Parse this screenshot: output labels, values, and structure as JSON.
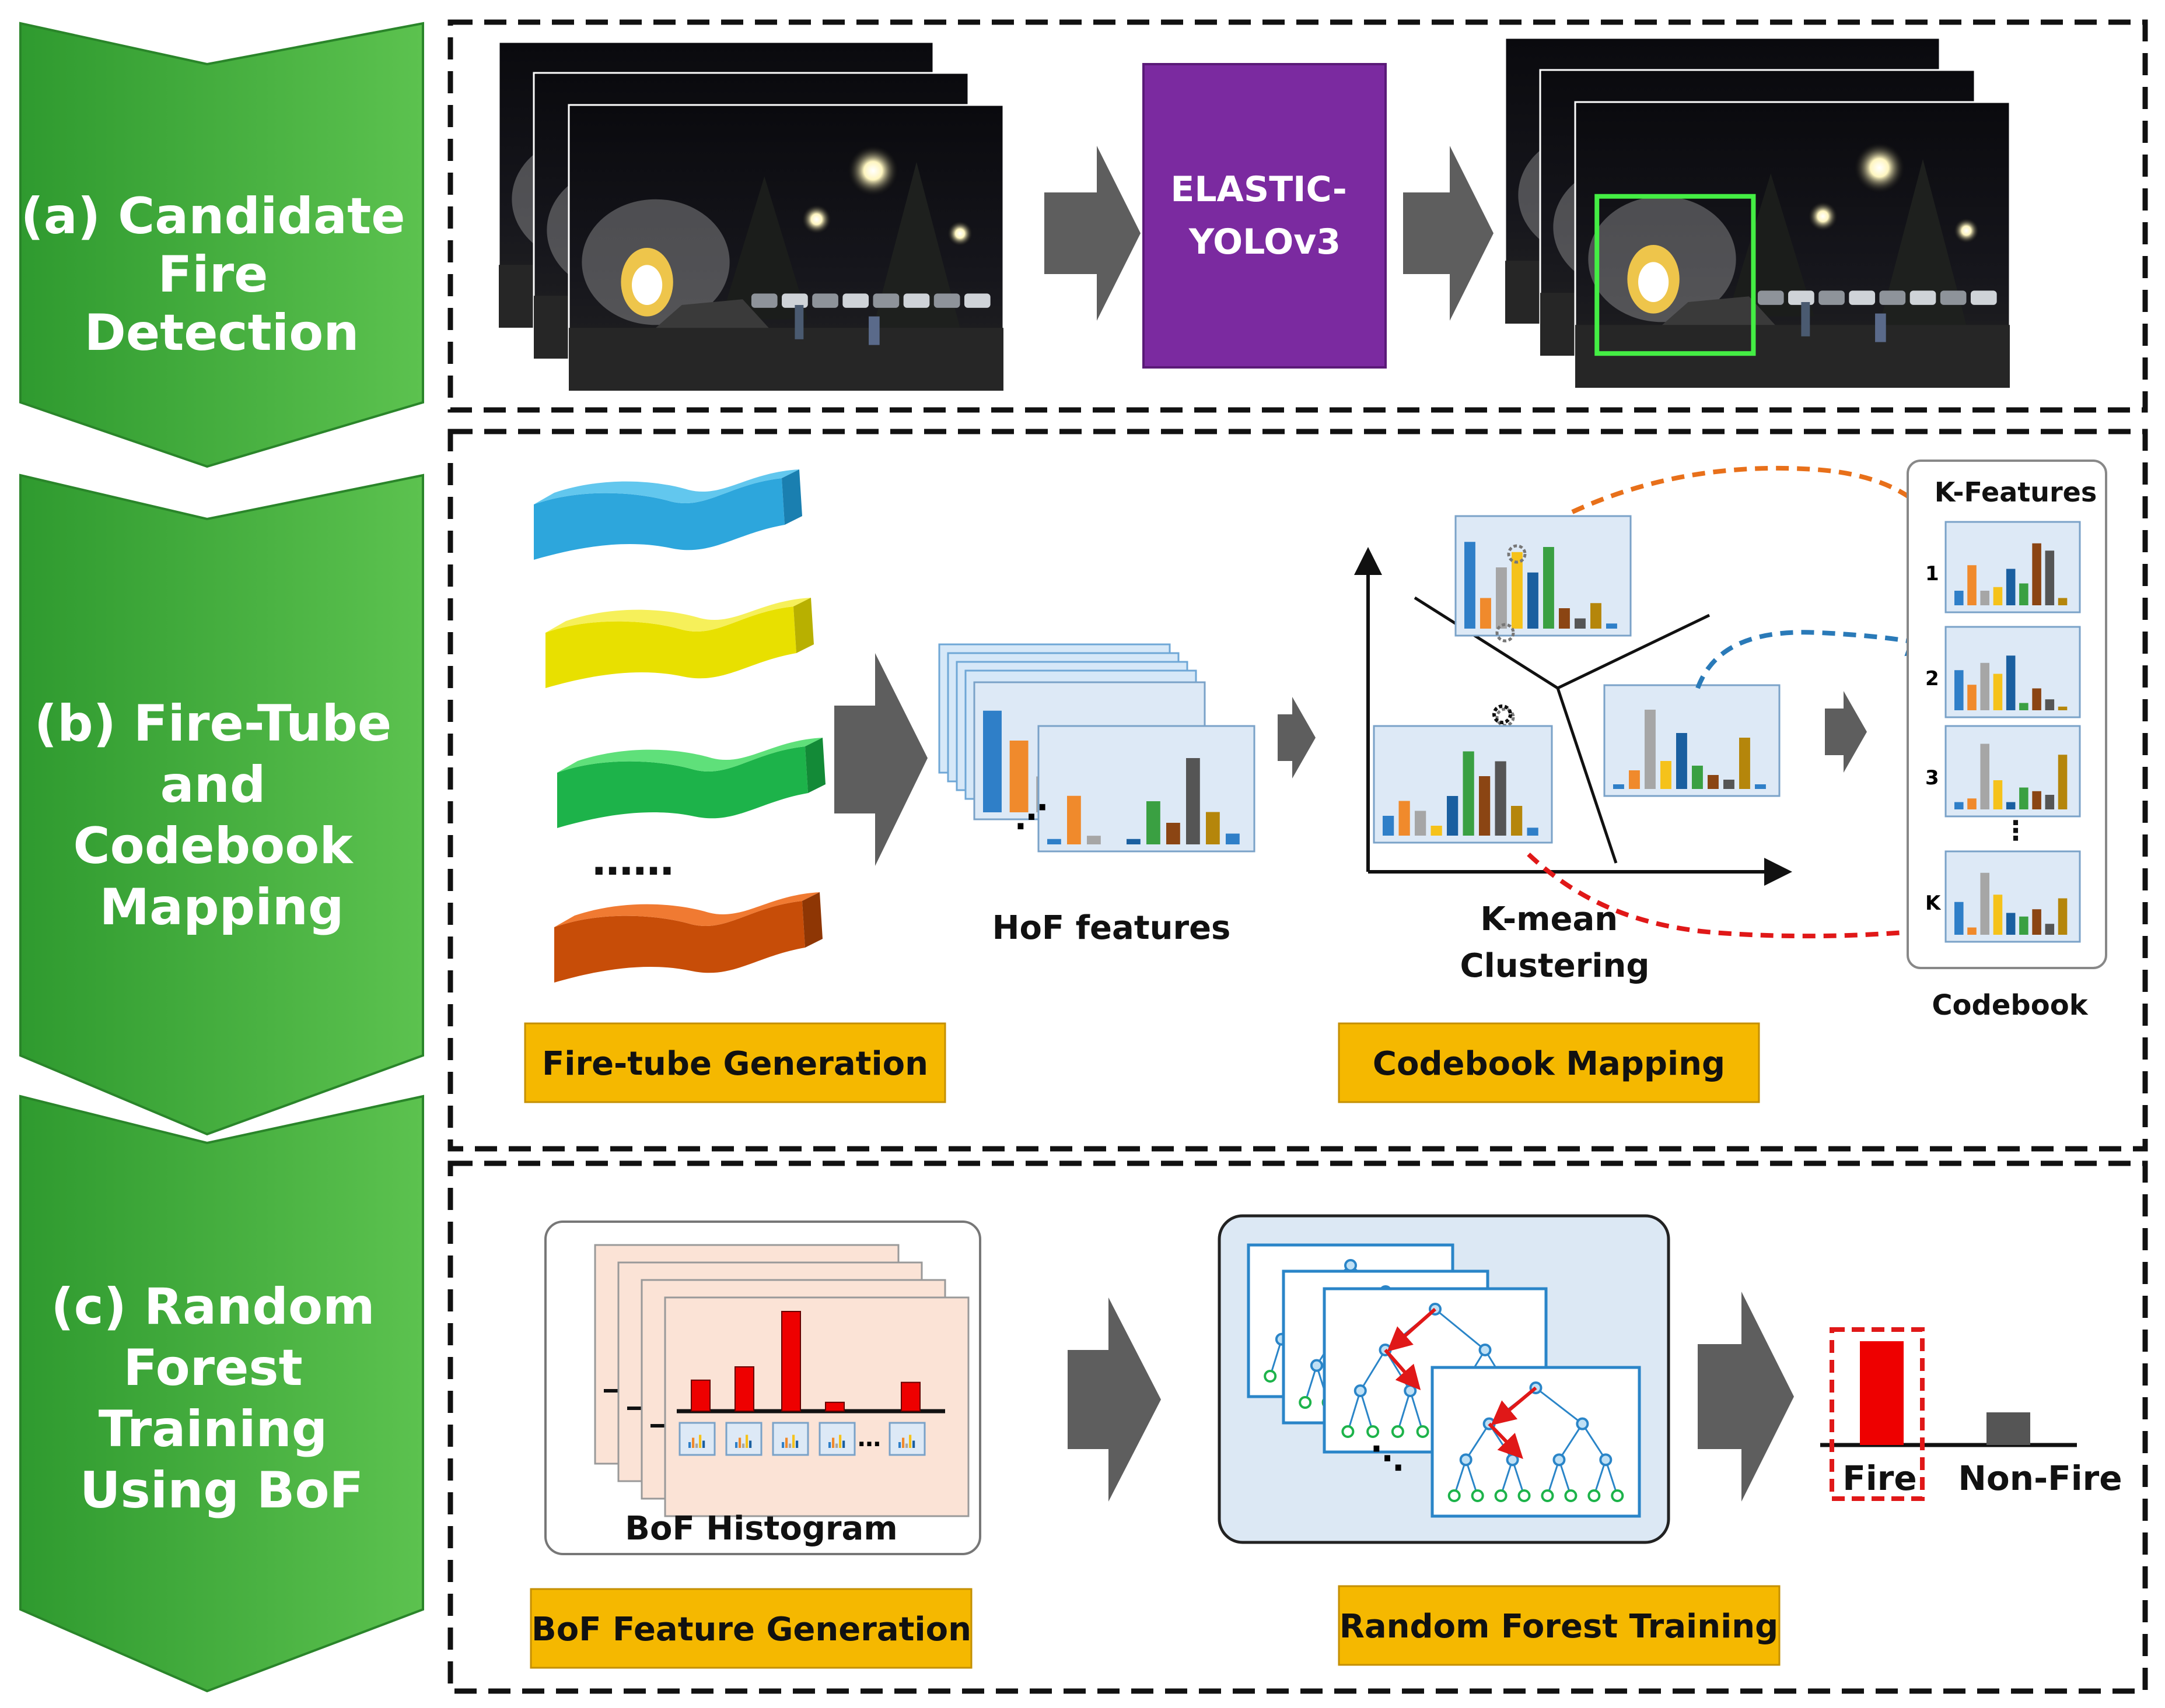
{
  "stages": [
    {
      "lines": [
        "(a) Candidate",
        "Fire",
        "Detection"
      ]
    },
    {
      "lines": [
        "(b) Fire-Tube",
        "and",
        "Codebook",
        "Mapping"
      ]
    },
    {
      "lines": [
        "(c) Random",
        "Forest",
        "Training",
        "Using BoF"
      ]
    }
  ],
  "detector": {
    "lines": [
      "ELASTIC-",
      "YOLOv3"
    ]
  },
  "labels": {
    "hof": "HoF features",
    "kmean_1": "K-mean",
    "kmean_2": "Clustering",
    "k_features": "K-Features",
    "codebook": "Codebook",
    "bof_histogram": "BoF Histogram",
    "fire": "Fire",
    "non_fire": "Non-Fire",
    "dots": "……"
  },
  "codebook_indices": [
    "1",
    "2",
    "3",
    "K"
  ],
  "tags": {
    "fire_tube": "Fire-tube Generation",
    "codebook_mapping": "Codebook Mapping",
    "bof_feature": "BoF Feature Generation",
    "rf_training": "Random Forest Training"
  },
  "colors": {
    "stage_green": "#3aa33a",
    "detector_purple": "#7b2aa0",
    "tag_fill": "#f5b800",
    "arrow_gray": "#5e5e5e",
    "fire_red": "#ee0000",
    "nonfire_gray": "#555555",
    "detect_box": "#44ee44"
  }
}
